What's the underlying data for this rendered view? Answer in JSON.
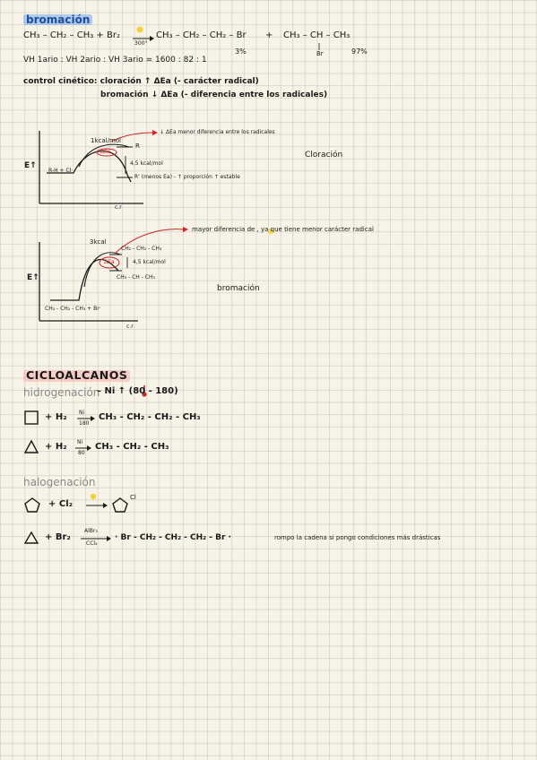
{
  "colors": {
    "ink": "#1a1a1a",
    "accent_red": "#c62828",
    "highlight_blue": "#78aaeb",
    "highlight_pink": "#f5afaa",
    "gray_heading": "#8a8a8a"
  },
  "bromacion": {
    "heading": "bromación",
    "rxn_left": "CH₃ – CH₂ – CH₃ + Br₂",
    "rxn_cond": "300°",
    "rxn_p1": "CH₃ – CH₂ – CH₂ – Br",
    "plus": "+",
    "rxn_p2": "CH₃ – CH – CH₃",
    "rxn_p2_sub": "Br",
    "pct1": "3%",
    "pct2": "97%",
    "ratio": "VH 1ario : VH 2ario : VH 3ario = 1600 : 82 : 1"
  },
  "control": {
    "line1": "control cinético: cloración ↑ ΔEa (- carácter radical)",
    "line2": "bromación ↓ ΔEa (- diferencia entre los radicales)"
  },
  "diagram1": {
    "energy_label": "E↑",
    "reactants": "R-H + Cl·",
    "barrier": "1kcal/mol",
    "dEa": "ΔEa",
    "product_top": "R",
    "gap": "4,5 kcal/mol",
    "product_bottom": "R' (menos Ea) - ↑ proporción ↑ estable",
    "note": "↓ ΔEa menor diferencia entre los radicales",
    "axis": "c.r",
    "title": "Cloración"
  },
  "diagram2": {
    "energy_label": "E↑",
    "reactants": "CH₃ - CH₂ - CH₃ + Br·",
    "barrier": "3kcal",
    "dEa": "ΔEa",
    "product_top": "CH₂ - CH₂ - CH₃",
    "gap": "4,5 kcal/mol",
    "product_bottom": "CH₃ - CH - CH₃",
    "note": "mayor diferencia de , ya que tiene menor carácter radical",
    "axis": "c.r",
    "title": "bromación"
  },
  "cicloalcanos": {
    "heading": "CICLOALCANOS",
    "hidro_heading": "hidrogenación",
    "hidro_cond": "– Ni ↑ (80 - 180)",
    "rxn1": "+ H₂",
    "rxn1_cat": "Ni",
    "rxn1_temp": "180",
    "rxn1_prod": "CH₃ - CH₂ - CH₂ - CH₃",
    "rxn2": "+ H₂",
    "rxn2_cat": "Ni",
    "rxn2_temp": "80",
    "rxn2_prod": "CH₃ - CH₂ - CH₃",
    "halo_heading": "halogenación",
    "rxn3": "+ Cl₂",
    "rxn3_prod_sub": "Cl",
    "rxn4": "+ Br₂",
    "rxn4_cat": "AlBr₃",
    "rxn4_solv": "CCl₄",
    "rxn4_prod": "· Br - CH₂ - CH₂ - CH₂ - Br ·",
    "rxn4_note": "rompo la cadena si pongo condiciones más drásticas"
  }
}
